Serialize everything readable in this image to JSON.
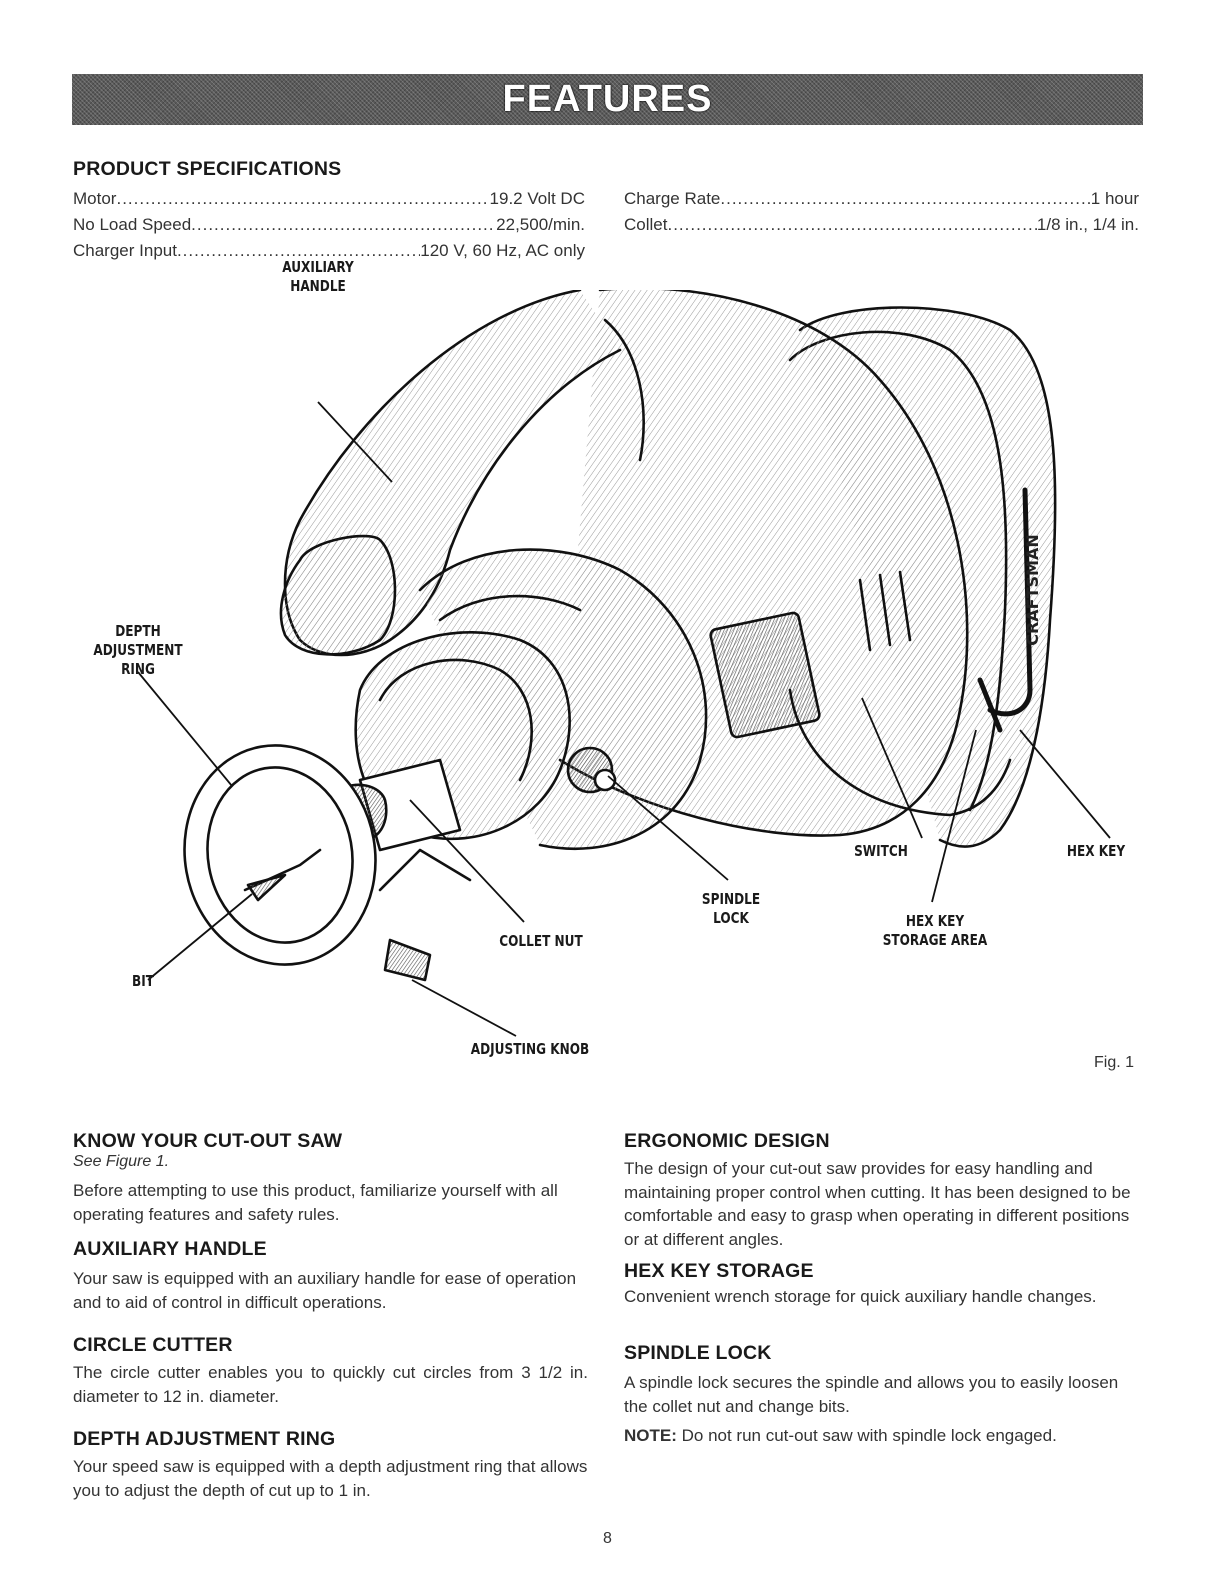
{
  "banner": {
    "title": "FEATURES"
  },
  "specs": {
    "heading": "PRODUCT SPECIFICATIONS",
    "left": [
      {
        "label": "Motor",
        "value": "19.2 Volt DC"
      },
      {
        "label": "No Load Speed",
        "value": "22,500/min."
      },
      {
        "label": "Charger Input",
        "value": "120 V, 60 Hz, AC only"
      }
    ],
    "right": [
      {
        "label": "Charge Rate",
        "value": "1 hour"
      },
      {
        "label": "Collet",
        "value": "1/8 in., 1/4 in."
      }
    ]
  },
  "figure": {
    "labels": {
      "auxiliary_handle": "AUXILIARY\nHANDLE",
      "depth_ring": "DEPTH\nADJUSTMENT\nRING",
      "switch": "SWITCH",
      "hex_key": "HEX KEY",
      "spindle_lock": "SPINDLE\nLOCK",
      "hex_key_storage": "HEX KEY\nSTORAGE AREA",
      "collet_nut": "COLLET NUT",
      "bit": "BIT",
      "adjusting_knob": "ADJUSTING KNOB",
      "brand": "CRAFTSMAN"
    },
    "caption": "Fig. 1"
  },
  "sections": {
    "know": {
      "heading": "KNOW YOUR CUT-OUT SAW",
      "sub": "See Figure 1.",
      "text": "Before attempting to use this product, familiarize yourself with all operating features and safety rules."
    },
    "aux": {
      "heading": "AUXILIARY HANDLE",
      "text": "Your saw is equipped with an auxiliary handle for ease of operation and to aid of control in difficult operations."
    },
    "circle": {
      "heading": "CIRCLE CUTTER",
      "text": "The circle cutter enables you to quickly cut circles from 3 1/2 in. diameter to 12 in. diameter."
    },
    "depth": {
      "heading": "DEPTH ADJUSTMENT RING",
      "text": "Your speed saw is equipped with a depth adjustment ring that allows you to adjust the depth of cut up to 1 in."
    },
    "ergo": {
      "heading": "ERGONOMIC DESIGN",
      "text": "The design of your cut-out saw provides for easy handling and maintaining proper control when cutting. It has been designed to be comfortable and easy to grasp when operating in different positions or at different angles."
    },
    "hexkey": {
      "heading": "HEX KEY STORAGE",
      "text": "Convenient wrench storage for quick auxiliary handle changes."
    },
    "spindle": {
      "heading": "SPINDLE LOCK",
      "text": "A spindle lock secures the spindle and allows you to easily loosen the collet nut and change bits.",
      "note_label": "NOTE:",
      "note_text": "Do not run cut-out saw with spindle lock engaged."
    }
  },
  "page_number": "8"
}
